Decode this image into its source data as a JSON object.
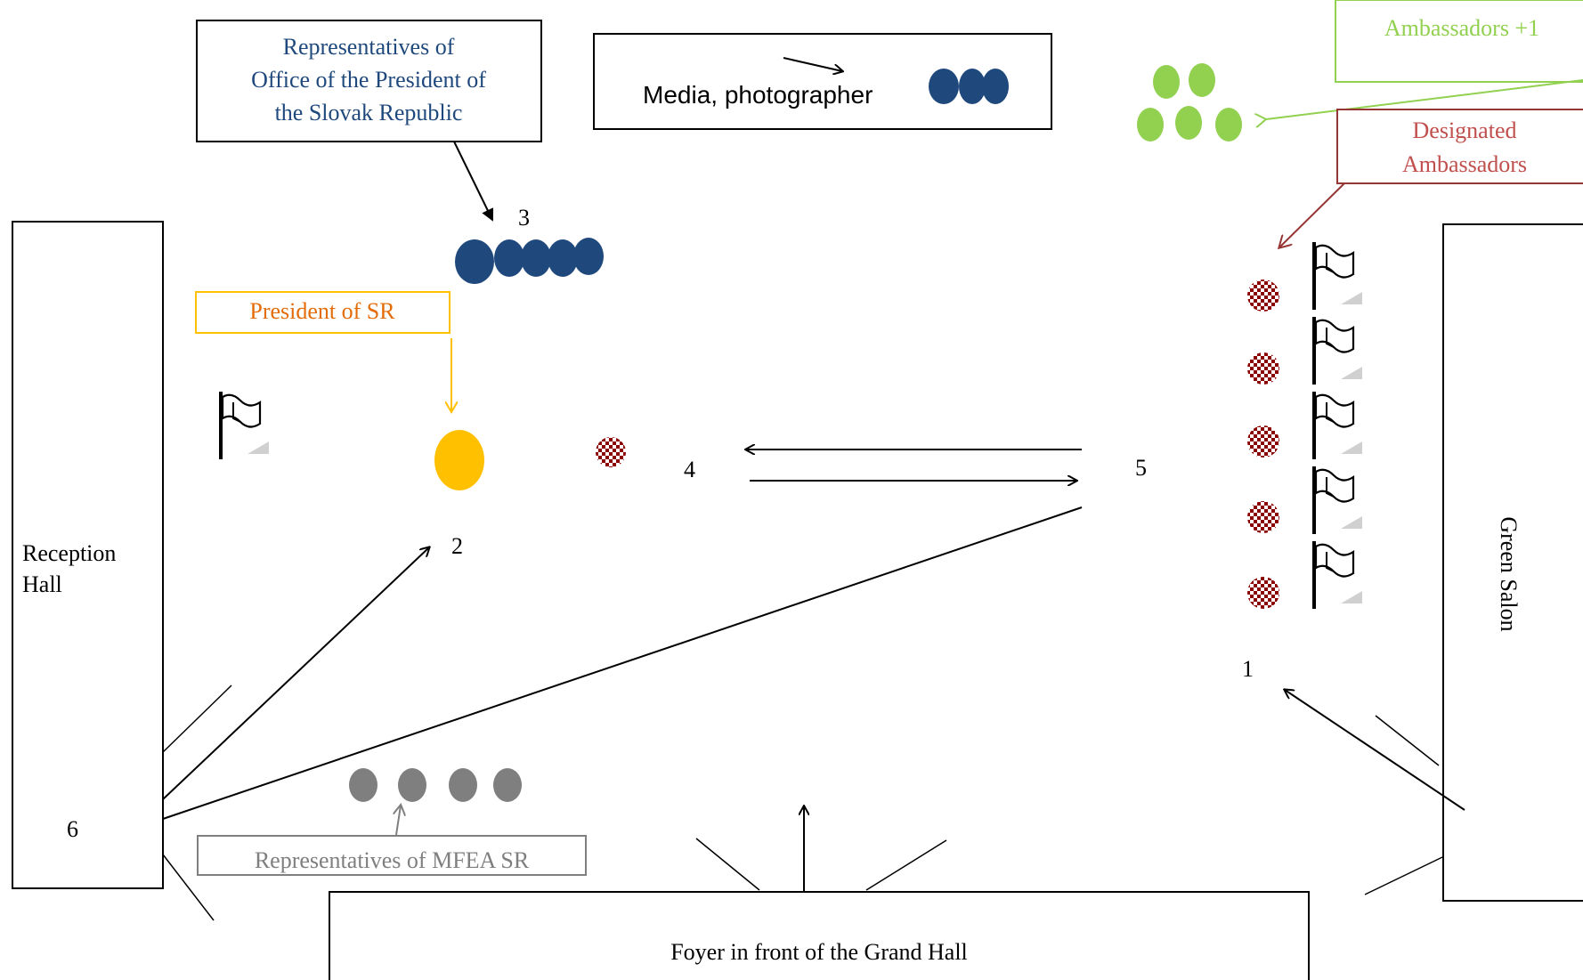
{
  "colors": {
    "navy": "#1f497d",
    "orange_text": "#e36c09",
    "gold": "#ffc000",
    "green": "#92d050",
    "dark_red": "#963634",
    "checker_red": "#8b0000",
    "gray": "#7f7f7f",
    "black": "#000000"
  },
  "labels": {
    "representatives_office": [
      "Representatives of",
      "Office of the President of",
      "the Slovak Republic"
    ],
    "media": "Media, photographer",
    "ambassadors_plus1": "Ambassadors +1",
    "designated_ambassadors": [
      "Designated",
      "Ambassadors"
    ],
    "president": "President of SR",
    "reception_hall": [
      "Reception",
      "Hall"
    ],
    "green_salon": "Green Salon",
    "foyer": "Foyer in front of the Grand Hall",
    "mfea": "Representatives of MFEA SR"
  },
  "positions": {
    "p1": "1",
    "p2": "2",
    "p3": "3",
    "p4": "4",
    "p5": "5",
    "p6": "6"
  },
  "icons": {
    "flag": "flag-icon",
    "person_navy": "navy-person-icon",
    "person_green": "green-person-icon",
    "person_gray": "gray-person-icon",
    "person_checkered": "checkered-person-icon",
    "president": "president-icon"
  }
}
